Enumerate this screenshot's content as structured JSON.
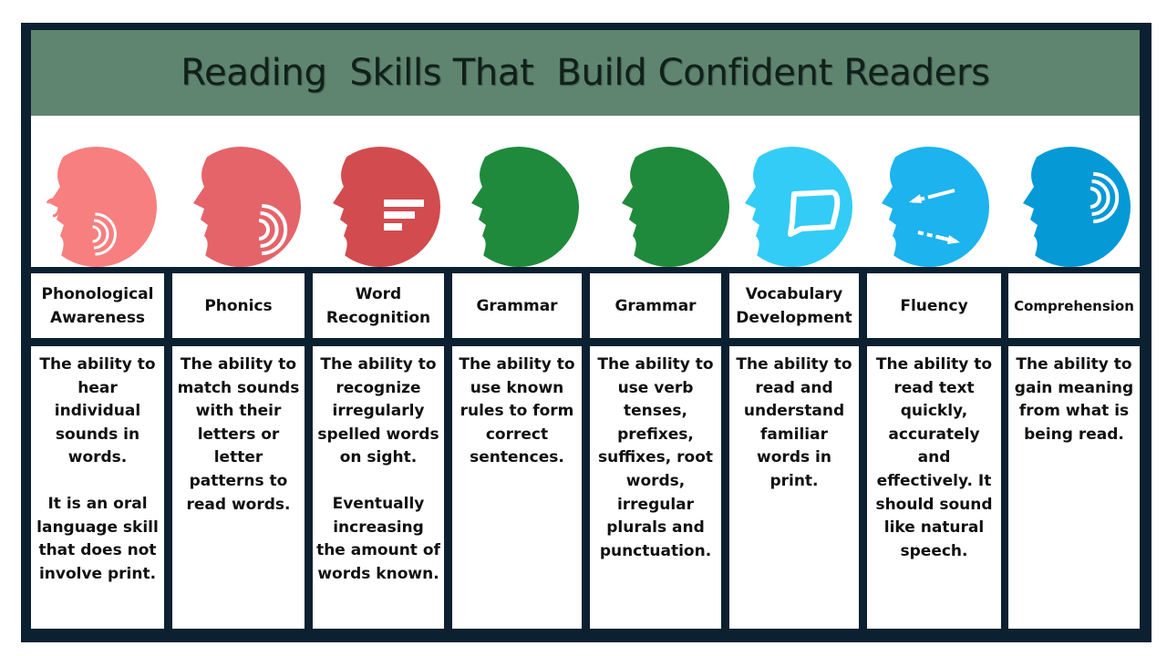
{
  "title": "Reading  Skills That  Build Confident Readers",
  "colors": {
    "frame": "#0b2030",
    "title_bar": "#5f8570",
    "pink": "#f77f7f",
    "coral": "#e4646a",
    "red": "#d24b4f",
    "green": "#1f8a3c",
    "cyan": "#33ccf6",
    "sky": "#1cb3ee",
    "blue": "#0599d6"
  },
  "columns": [
    {
      "heading": "Phonological Awareness",
      "icon": "ear-listening-icon",
      "color": "#f77f7f",
      "description": [
        "The ability to hear individual sounds in words.",
        "It is an oral language skill that does not involve print."
      ]
    },
    {
      "heading": "Phonics",
      "icon": "sound-waves-icon",
      "color": "#e4646a",
      "description": [
        "The ability to match sounds with their letters or letter patterns to read words."
      ]
    },
    {
      "heading": "Word Recognition",
      "icon": "text-lines-icon",
      "color": "#d24b4f",
      "description": [
        "The ability to recognize irregularly spelled words on sight.",
        "Eventually increasing the amount of words known."
      ]
    },
    {
      "heading": "Grammar",
      "icon": "head-silhouette-icon",
      "color": "#1f8a3c",
      "description": [
        "The ability to use known rules to form correct sentences."
      ]
    },
    {
      "heading": "Grammar",
      "icon": "head-silhouette-icon",
      "color": "#1f8a3c",
      "description": [
        "The ability to use verb tenses, prefixes, suffixes, root words, irregular plurals and punctuation."
      ]
    },
    {
      "heading": "Vocabulary Development",
      "icon": "speech-bubble-icon",
      "color": "#33ccf6",
      "description": [
        "The ability to read and understand familiar words in print."
      ]
    },
    {
      "heading": "Fluency",
      "icon": "arrows-icon",
      "color": "#1cb3ee",
      "description": [
        "The ability to read text quickly, accurately and effectively.  It should sound like natural speech."
      ]
    },
    {
      "heading": "Comprehension",
      "icon": "sound-waves-icon",
      "color": "#0599d6",
      "description": [
        "The ability to gain meaning from what is being read."
      ]
    }
  ]
}
